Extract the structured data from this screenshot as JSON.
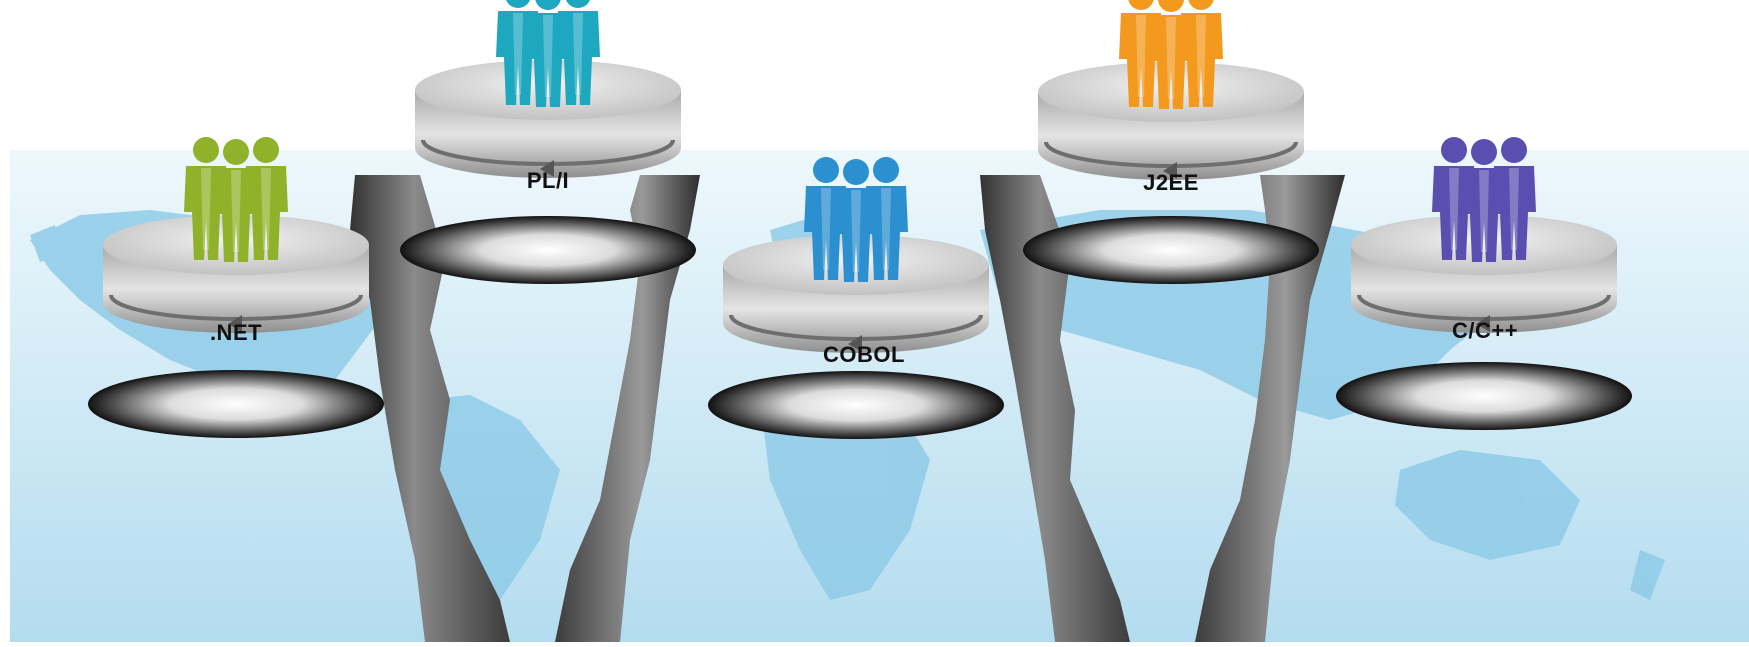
{
  "platforms": [
    {
      "label": ".NET",
      "people_color": "#8fb22a"
    },
    {
      "label": "PL/I",
      "people_color": "#1ea8c0"
    },
    {
      "label": "COBOL",
      "people_color": "#2b8fd0"
    },
    {
      "label": "J2EE",
      "people_color": "#f39a1e"
    },
    {
      "label": "C/C++",
      "people_color": "#5a4fb0"
    }
  ],
  "colors": {
    "map_background_top": "#eaf6fb",
    "map_background_bottom": "#b5ddf0",
    "continents": "#8fcbe8",
    "chasm": "#5b5b5b",
    "disk": "#c4c4c4"
  }
}
